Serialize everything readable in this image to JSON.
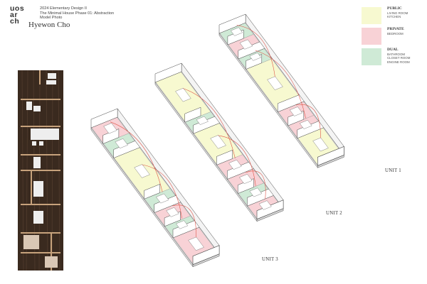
{
  "header": {
    "logo_lines": [
      "uos",
      "ar",
      "ch"
    ],
    "course": "2024 Elementary Design II",
    "project": "The Minimal House Phase 01: Abstraction",
    "subtitle": "Model Photo",
    "author": "Hyewon Cho"
  },
  "legend": [
    {
      "title": "PUBLIC",
      "items": [
        "LIVING ROOM",
        "KITCHEN"
      ],
      "color": "#f7f9d0"
    },
    {
      "title": "PRIVATE",
      "items": [
        "BEDROOM"
      ],
      "color": "#f8d2d6"
    },
    {
      "title": "DUAL",
      "items": [
        "BATHROOM",
        "CLOSET ROOM",
        "ENGINE ROOM"
      ],
      "color": "#cfead6"
    }
  ],
  "units": [
    {
      "label": "UNIT 1"
    },
    {
      "label": "UNIT 2"
    },
    {
      "label": "UNIT 3"
    }
  ],
  "colors": {
    "public": "#f7f9d0",
    "private": "#f8d2d6",
    "dual": "#cfead6",
    "arc": "#e0564a"
  }
}
